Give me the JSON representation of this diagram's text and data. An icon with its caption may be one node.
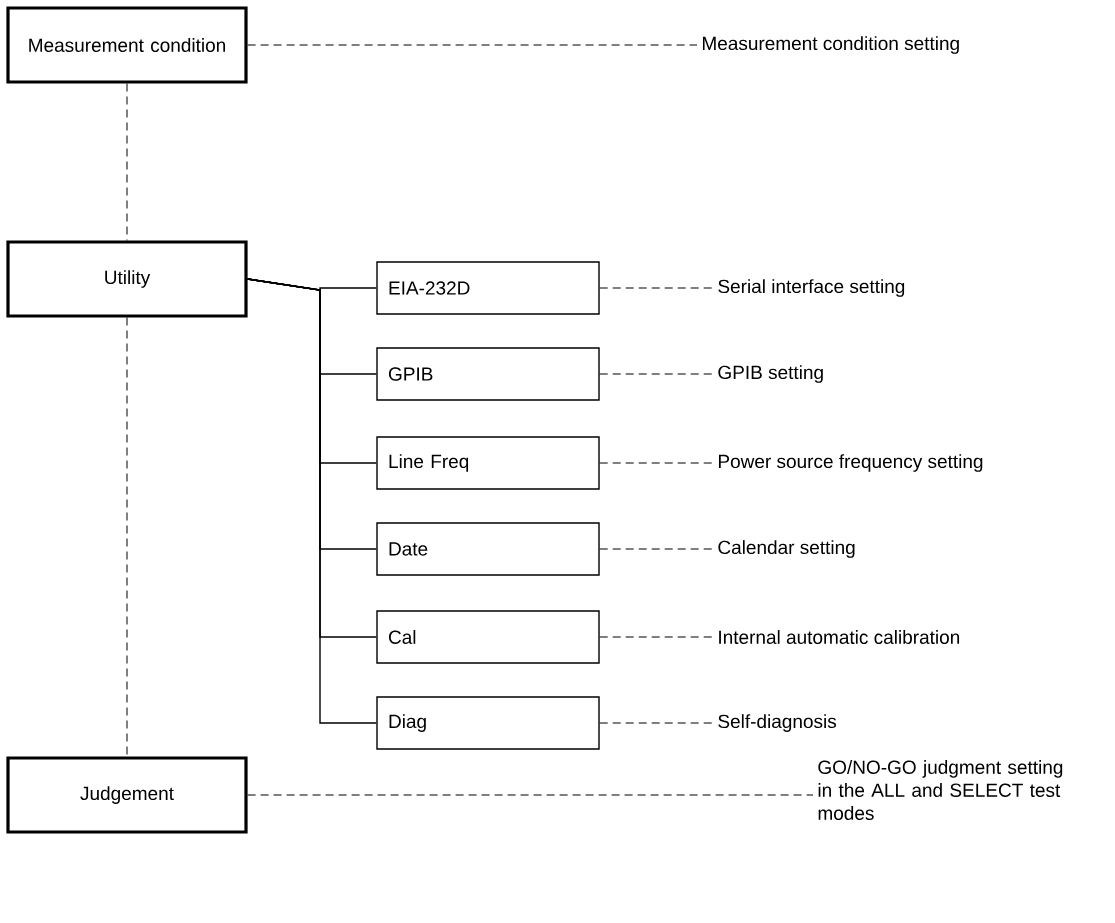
{
  "diagram": {
    "nodes": [
      {
        "text": [
          "Measurement condition"
        ]
      },
      {
        "text": [
          "Measurement condition setting"
        ]
      },
      {
        "text": [
          "Utility"
        ]
      },
      {
        "text": [
          "EIA-232D"
        ]
      },
      {
        "text": [
          "Serial interface setting"
        ]
      },
      {
        "text": [
          "GPIB"
        ]
      },
      {
        "text": [
          "GPIB setting"
        ]
      },
      {
        "text": [
          "Line Freq"
        ]
      },
      {
        "text": [
          "Power source frequency setting"
        ]
      },
      {
        "text": [
          "Date"
        ]
      },
      {
        "text": [
          "Calendar setting"
        ]
      },
      {
        "text": [
          "Cal"
        ]
      },
      {
        "text": [
          "Internal automatic calibration"
        ]
      },
      {
        "text": [
          "Diag"
        ]
      },
      {
        "text": [
          "Self-diagnosis"
        ]
      },
      {
        "text": [
          "Judgement"
        ]
      },
      {
        "text": [
          "GO/NO-GO judgment setting in the ALL and SELECT test modes"
        ]
      }
    ],
    "edges": [
      {
        "from": 0,
        "to": 1,
        "arrow": "none",
        "style": "dashed"
      },
      {
        "from": 0,
        "to": 2,
        "arrow": "none",
        "style": "dashed"
      },
      {
        "from": 2,
        "to": 15,
        "arrow": "none",
        "style": "dashed"
      },
      {
        "from": 2,
        "to": 3,
        "arrow": "none"
      },
      {
        "from": 2,
        "to": 5,
        "arrow": "none"
      },
      {
        "from": 2,
        "to": 7,
        "arrow": "none"
      },
      {
        "from": 2,
        "to": 9,
        "arrow": "none"
      },
      {
        "from": 2,
        "to": 11,
        "arrow": "none"
      },
      {
        "from": 2,
        "to": 13,
        "arrow": "none"
      },
      {
        "from": 3,
        "to": 4,
        "arrow": "none",
        "style": "dashed"
      },
      {
        "from": 5,
        "to": 6,
        "arrow": "none",
        "style": "dashed"
      },
      {
        "from": 7,
        "to": 8,
        "arrow": "none",
        "style": "dashed"
      },
      {
        "from": 9,
        "to": 10,
        "arrow": "none",
        "style": "dashed"
      },
      {
        "from": 11,
        "to": 12,
        "arrow": "none",
        "style": "dashed"
      },
      {
        "from": 13,
        "to": 14,
        "arrow": "none",
        "style": "dashed"
      },
      {
        "from": 15,
        "to": 16,
        "arrow": "none",
        "style": "dashed"
      }
    ]
  }
}
